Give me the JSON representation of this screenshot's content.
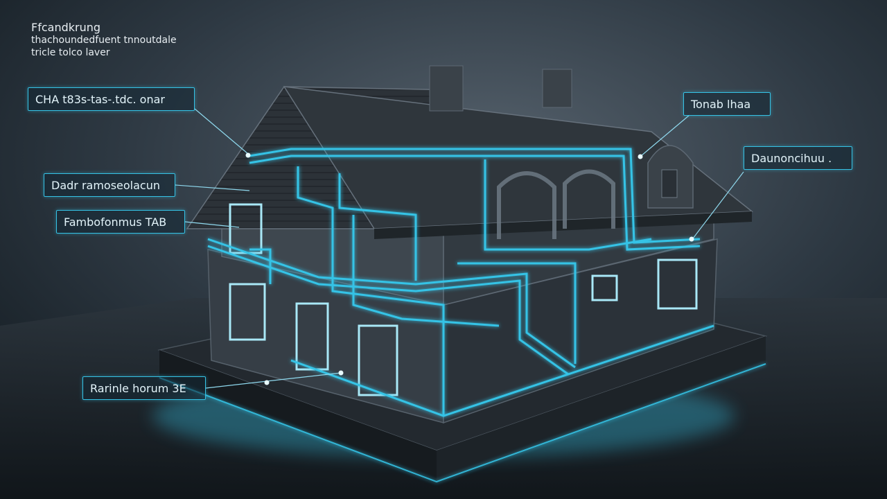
{
  "heading": {
    "line1": "Ffcandkrung",
    "line2": "thachoundedfuent tnnoutdale",
    "line3": "tricle tolco laver"
  },
  "callouts": {
    "top_left": "CHA t83s-tas-.tdc. onar",
    "middle_left_1": "Dadr ramoseolacun",
    "middle_left_2": "Fambofonmus TAB",
    "bottom_left": "Rarinle horum 3E",
    "top_right": "Tonab lhaa",
    "right": "Daunoncihuu ."
  },
  "colors": {
    "background": "#1b242c",
    "accent_glow": "#35c3e6",
    "house_body": "#3b434b",
    "roof": "#2c3238",
    "text": "#e3f4fa"
  }
}
